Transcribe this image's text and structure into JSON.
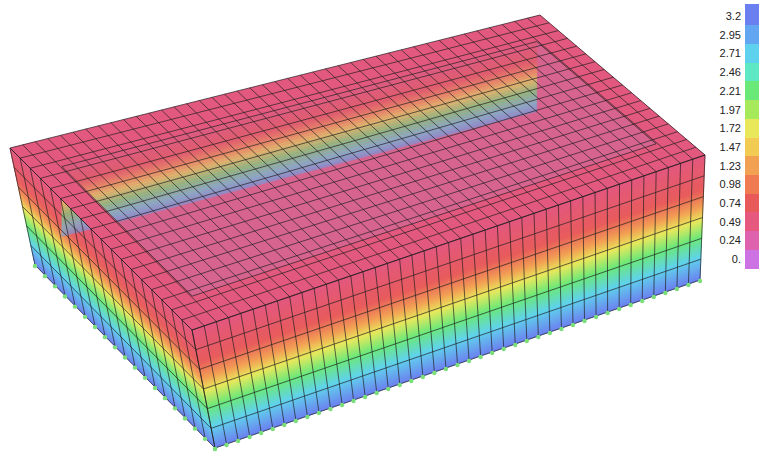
{
  "diagram": {
    "legend": [
      {
        "text": "3.2",
        "color": "#6a7ff0"
      },
      {
        "text": "2.95",
        "color": "#62a6f2"
      },
      {
        "text": "2.71",
        "color": "#5ed2ec"
      },
      {
        "text": "2.46",
        "color": "#5ee8c4"
      },
      {
        "text": "2.21",
        "color": "#6ae878"
      },
      {
        "text": "1.97",
        "color": "#a6ea5c"
      },
      {
        "text": "1.72",
        "color": "#e8e85a"
      },
      {
        "text": "1.47",
        "color": "#f2cc52"
      },
      {
        "text": "1.23",
        "color": "#f2a052"
      },
      {
        "text": "0.98",
        "color": "#f07a52"
      },
      {
        "text": "0.74",
        "color": "#e85a5a"
      },
      {
        "text": "0.49",
        "color": "#e6587e"
      },
      {
        "text": "0.24",
        "color": "#de62ae"
      },
      {
        "text": "0.",
        "color": "#cc72e2"
      }
    ]
  }
}
